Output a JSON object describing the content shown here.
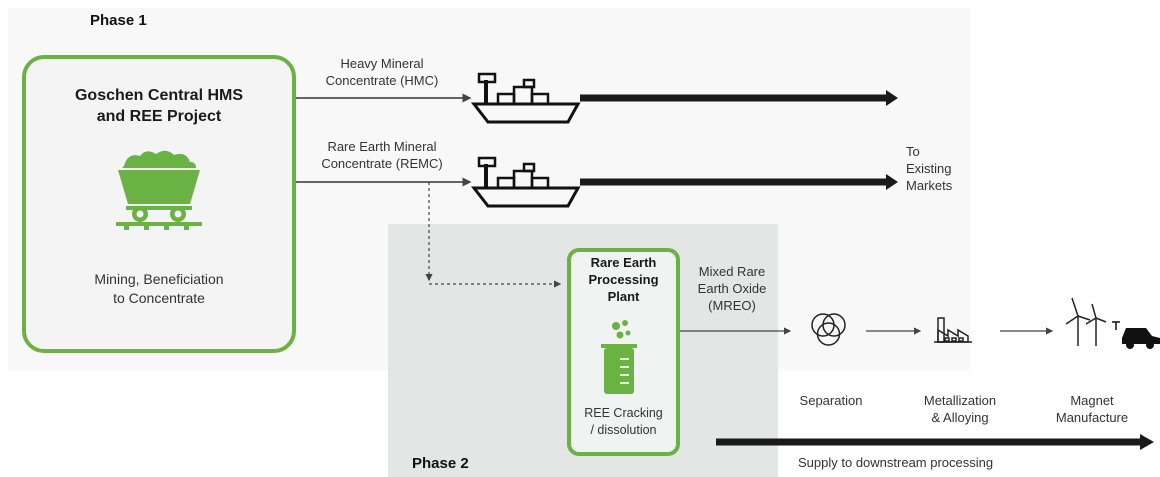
{
  "phase1": {
    "label": "Phase 1"
  },
  "phase2": {
    "label": "Phase 2"
  },
  "project_box": {
    "title_line1": "Goschen Central HMS",
    "title_line2": "and REE Project",
    "subtitle_line1": "Mining, Beneficiation",
    "subtitle_line2": "to Concentrate",
    "icon": "mine-cart-icon"
  },
  "hmc": {
    "line1": "Heavy Mineral",
    "line2": "Concentrate (HMC)"
  },
  "remc": {
    "line1": "Rare Earth Mineral",
    "line2": "Concentrate (REMC)"
  },
  "markets": {
    "line1": "To",
    "line2": "Existing",
    "line3": "Markets"
  },
  "plant_box": {
    "title_line1": "Rare Earth",
    "title_line2": "Processing",
    "title_line3": "Plant",
    "subtitle_line1": "REE Cracking",
    "subtitle_line2": "/ dissolution",
    "icon": "beaker-icon"
  },
  "mreo": {
    "line1": "Mixed Rare",
    "line2": "Earth Oxide",
    "line3": "(MREO)"
  },
  "steps": {
    "separation": "Separation",
    "metallization_line1": "Metallization",
    "metallization_line2": "& Alloying",
    "magnet_line1": "Magnet",
    "magnet_line2": "Manufacture"
  },
  "supply": "Supply to downstream processing",
  "colors": {
    "green": "#6bb244",
    "dark": "#1a1a1a",
    "phase2_bg": "#e3e6e5"
  }
}
